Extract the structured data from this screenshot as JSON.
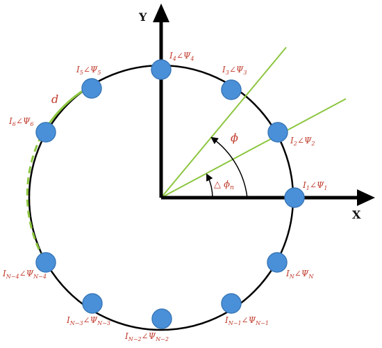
{
  "diagram": {
    "axis_x_label": "X",
    "axis_y_label": "Y",
    "arc_label": "d",
    "phi_label": "ϕ",
    "delta_phi_label": "△ ϕ",
    "delta_phi_sub": "n",
    "colors": {
      "circle": "#000000",
      "element_fill": "#4a90d9",
      "element_stroke": "#3a78b8",
      "green": "#8cc63f",
      "label_red": "#c0392b"
    },
    "elements": [
      {
        "name": "I1",
        "main": "I",
        "sub": "1",
        "angle_sym": "∠Ψ",
        "angle_sub": "1"
      },
      {
        "name": "I2",
        "main": "I",
        "sub": "2",
        "angle_sym": "∠Ψ",
        "angle_sub": "2"
      },
      {
        "name": "I3",
        "main": "I",
        "sub": "3",
        "angle_sym": "∠Ψ",
        "angle_sub": "3"
      },
      {
        "name": "I4",
        "main": "I",
        "sub": "4",
        "angle_sym": "∠Ψ",
        "angle_sub": "4"
      },
      {
        "name": "I5",
        "main": "I",
        "sub": "5",
        "angle_sym": "∠Ψ",
        "angle_sub": "5"
      },
      {
        "name": "I6",
        "main": "I",
        "sub": "6",
        "angle_sym": "∠Ψ",
        "angle_sub": "6"
      },
      {
        "name": "IN-4",
        "main": "I",
        "sub": "N−4",
        "angle_sym": "∠Ψ",
        "angle_sub": "N−4"
      },
      {
        "name": "IN-3",
        "main": "I",
        "sub": "N−3",
        "angle_sym": "∠Ψ",
        "angle_sub": "N−3"
      },
      {
        "name": "IN-2",
        "main": "I",
        "sub": "N−2",
        "angle_sym": "∠Ψ",
        "angle_sub": "N−2"
      },
      {
        "name": "IN-1",
        "main": "I",
        "sub": "N−1",
        "angle_sym": "∠Ψ",
        "angle_sub": "N−1"
      },
      {
        "name": "IN",
        "main": "I",
        "sub": "N",
        "angle_sym": "∠Ψ",
        "angle_sub": "N"
      }
    ]
  }
}
